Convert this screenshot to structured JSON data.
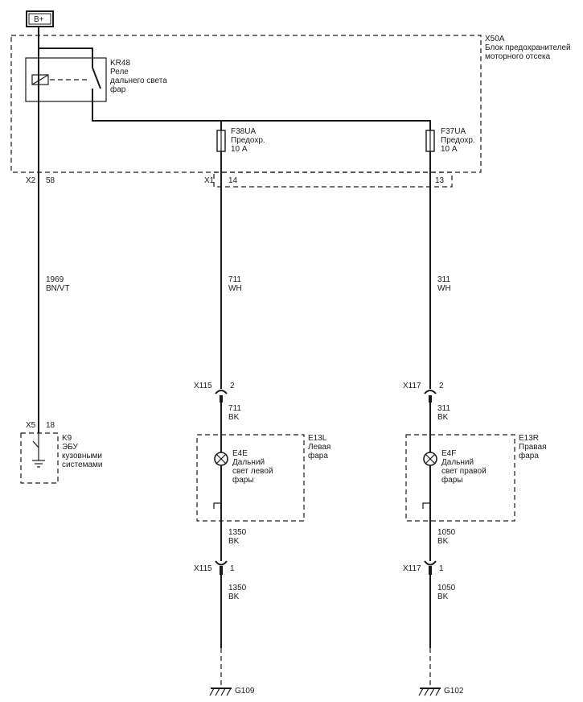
{
  "power": {
    "label": "B+"
  },
  "fuse_block": {
    "id": "X50A",
    "name_line1": "Блок предохранителей",
    "name_line2": "моторного отсека"
  },
  "relay": {
    "id": "KR48",
    "line1": "Реле",
    "line2": "дальнего света",
    "line3": "фар"
  },
  "fuses": [
    {
      "id": "F38UA",
      "line1": "Предохр.",
      "line2": "10 А"
    },
    {
      "id": "F37UA",
      "line1": "Предохр.",
      "line2": "10 А"
    }
  ],
  "connectors": {
    "x2": {
      "id": "X2",
      "pin": "58"
    },
    "x1": {
      "id": "X1",
      "pin_left": "14",
      "pin_right": "13"
    },
    "x5": {
      "id": "X5",
      "pin": "18"
    },
    "x115_top": {
      "id": "X115",
      "pin": "2"
    },
    "x115_bottom": {
      "id": "X115",
      "pin": "1"
    },
    "x117_top": {
      "id": "X117",
      "pin": "2"
    },
    "x117_bottom": {
      "id": "X117",
      "pin": "1"
    }
  },
  "wires": {
    "w1969": {
      "num": "1969",
      "color": "BN/VT"
    },
    "w711_top": {
      "num": "711",
      "color": "WH"
    },
    "w311_top": {
      "num": "311",
      "color": "WH"
    },
    "w711_bk": {
      "num": "711",
      "color": "BK"
    },
    "w311_bk": {
      "num": "311",
      "color": "BK"
    },
    "w1350_a": {
      "num": "1350",
      "color": "BK"
    },
    "w1350_b": {
      "num": "1350",
      "color": "BK"
    },
    "w1050_a": {
      "num": "1050",
      "color": "BK"
    },
    "w1050_b": {
      "num": "1050",
      "color": "BK"
    }
  },
  "ecu": {
    "id": "K9",
    "line1": "ЭБУ",
    "line2": "кузовными",
    "line3": "системами"
  },
  "left_headlamp": {
    "id": "E13L",
    "line1": "Левая",
    "line2": "фара"
  },
  "right_headlamp": {
    "id": "E13R",
    "line1": "Правая",
    "line2": "фара"
  },
  "left_bulb": {
    "id": "E4E",
    "line1": "Дальний",
    "line2": "свет левой",
    "line3": "фары"
  },
  "right_bulb": {
    "id": "E4F",
    "line1": "Дальний",
    "line2": "свет правой",
    "line3": "фары"
  },
  "grounds": {
    "left": "G109",
    "right": "G102"
  }
}
